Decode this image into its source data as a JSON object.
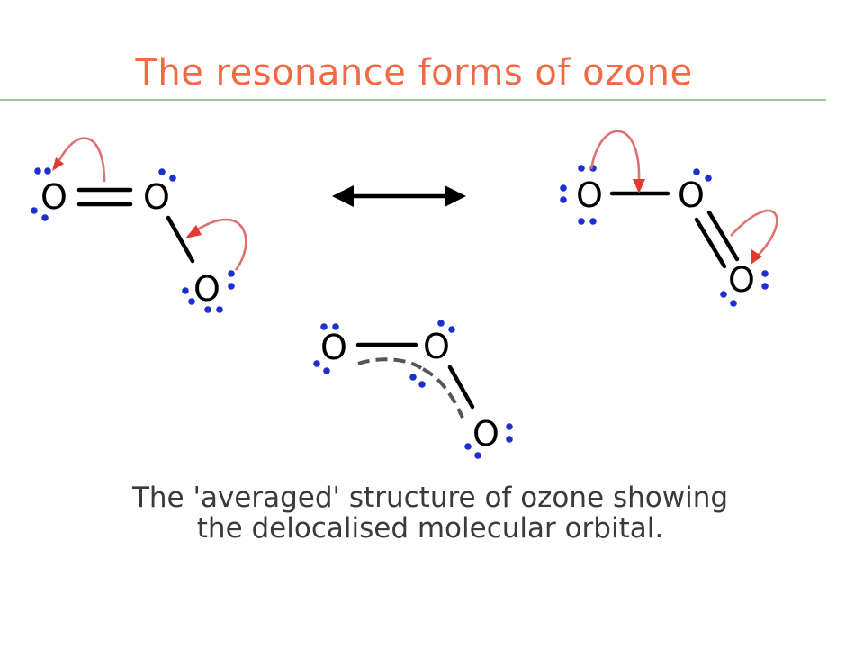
{
  "title": "The resonance forms of ozone",
  "atom_symbol": "O",
  "caption": {
    "line1": "The 'averaged' structure of ozone showing",
    "line2": "the delocalised molecular orbital."
  },
  "colors": {
    "title": "#ef6a45",
    "rule": "#9fc99a",
    "lone_pair": "#1e2fd0",
    "curly_arrow": "#e07070",
    "bond": "#000000"
  },
  "structures": [
    {
      "name": "resonance-form-left",
      "bonds": [
        "double",
        "single"
      ]
    },
    {
      "name": "resonance-form-right",
      "bonds": [
        "single",
        "double"
      ]
    },
    {
      "name": "averaged-structure",
      "bonds": [
        "partial-double",
        "partial-double"
      ]
    }
  ]
}
